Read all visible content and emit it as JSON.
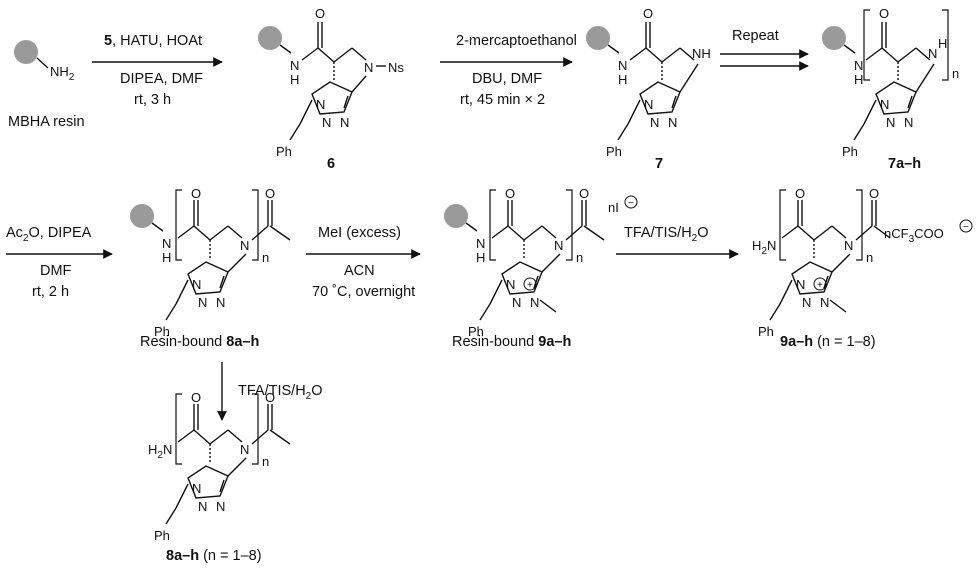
{
  "reagents": {
    "step1": {
      "line1_num": "5",
      "line1_rest": ", HATU, HOAt",
      "line2": "DIPEA, DMF",
      "line3": "rt, 3 h"
    },
    "step2": {
      "line1": "2-mercaptoethanol",
      "line2": "DBU, DMF",
      "line3": "rt, 45 min × 2"
    },
    "step3": {
      "line1": "Repeat"
    },
    "step4": {
      "line1": "DIPEA",
      "line2": "DMF",
      "line3": "rt, 2 h"
    },
    "step5": {
      "line1": "MeI (excess)",
      "line2": "ACN",
      "line3": "70 ˚C, overnight"
    },
    "step6": {
      "reagents": "TFA/TIS/H"
    },
    "step7": {
      "reagents": "TFA/TIS/H"
    }
  },
  "labels": {
    "resin_name": "MBHA resin",
    "cmpd6": "6",
    "cmpd7": "7",
    "cmpd7ah": "7a–h",
    "resin_bound_prefix": "Resin-bound ",
    "cmpd8ah": "8a–h",
    "cmpd9ah": "9a–h",
    "n_range": "(n = 1–8)"
  },
  "atoms": {
    "NH2": "NH",
    "N": "N",
    "H": "H",
    "NH": "NH",
    "Ns": "Ns",
    "Ph": "Ph",
    "O": "O",
    "n": "n",
    "H2N": "H",
    "plus": "+",
    "minus": "−",
    "counterion_iodide": "nI",
    "counterion_tfa": "nCF",
    "counterion_tfa_tail": "COO"
  }
}
